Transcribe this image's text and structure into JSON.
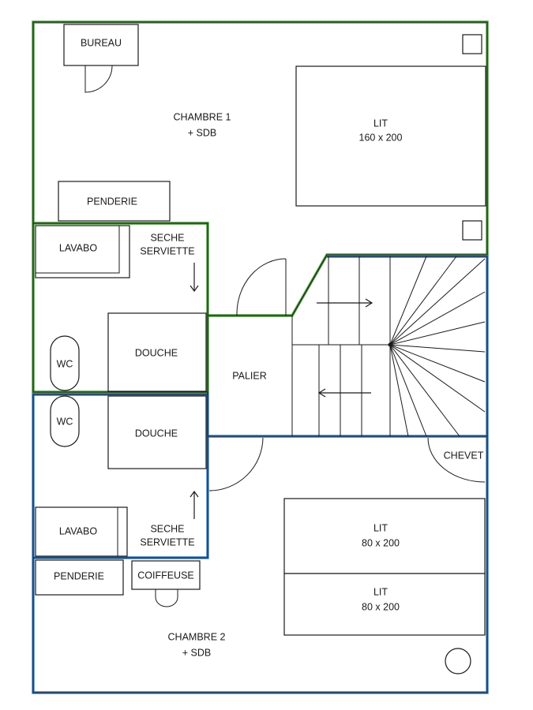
{
  "colors": {
    "zone_green": "#4a9a3c",
    "zone_blue": "#3a7fc4",
    "line": "#1a1a1a",
    "background": "#ffffff"
  },
  "rooms": {
    "chambre1": {
      "line1": "CHAMBRE 1",
      "line2": "+ SDB"
    },
    "chambre2": {
      "line1": "CHAMBRE 2",
      "line2": "+ SDB"
    },
    "palier": "PALIER"
  },
  "furniture": {
    "bureau": "BUREAU",
    "lit1": {
      "line1": "LIT",
      "line2": "160 x 200"
    },
    "penderie1": "PENDERIE",
    "lavabo1": "LAVABO",
    "seche1": {
      "line1": "SECHE",
      "line2": "SERVIETTE"
    },
    "douche1": "DOUCHE",
    "wc1": "WC",
    "wc2": "WC",
    "douche2": "DOUCHE",
    "lavabo2": "LAVABO",
    "seche2": {
      "line1": "SECHE",
      "line2": "SERVIETTE"
    },
    "penderie2": "PENDERIE",
    "coiffeuse": "COIFFEUSE",
    "chevet": "CHEVET",
    "lit2": {
      "line1": "LIT",
      "line2": "80 x 200"
    },
    "lit3": {
      "line1": "LIT",
      "line2": "80 x 200"
    }
  }
}
